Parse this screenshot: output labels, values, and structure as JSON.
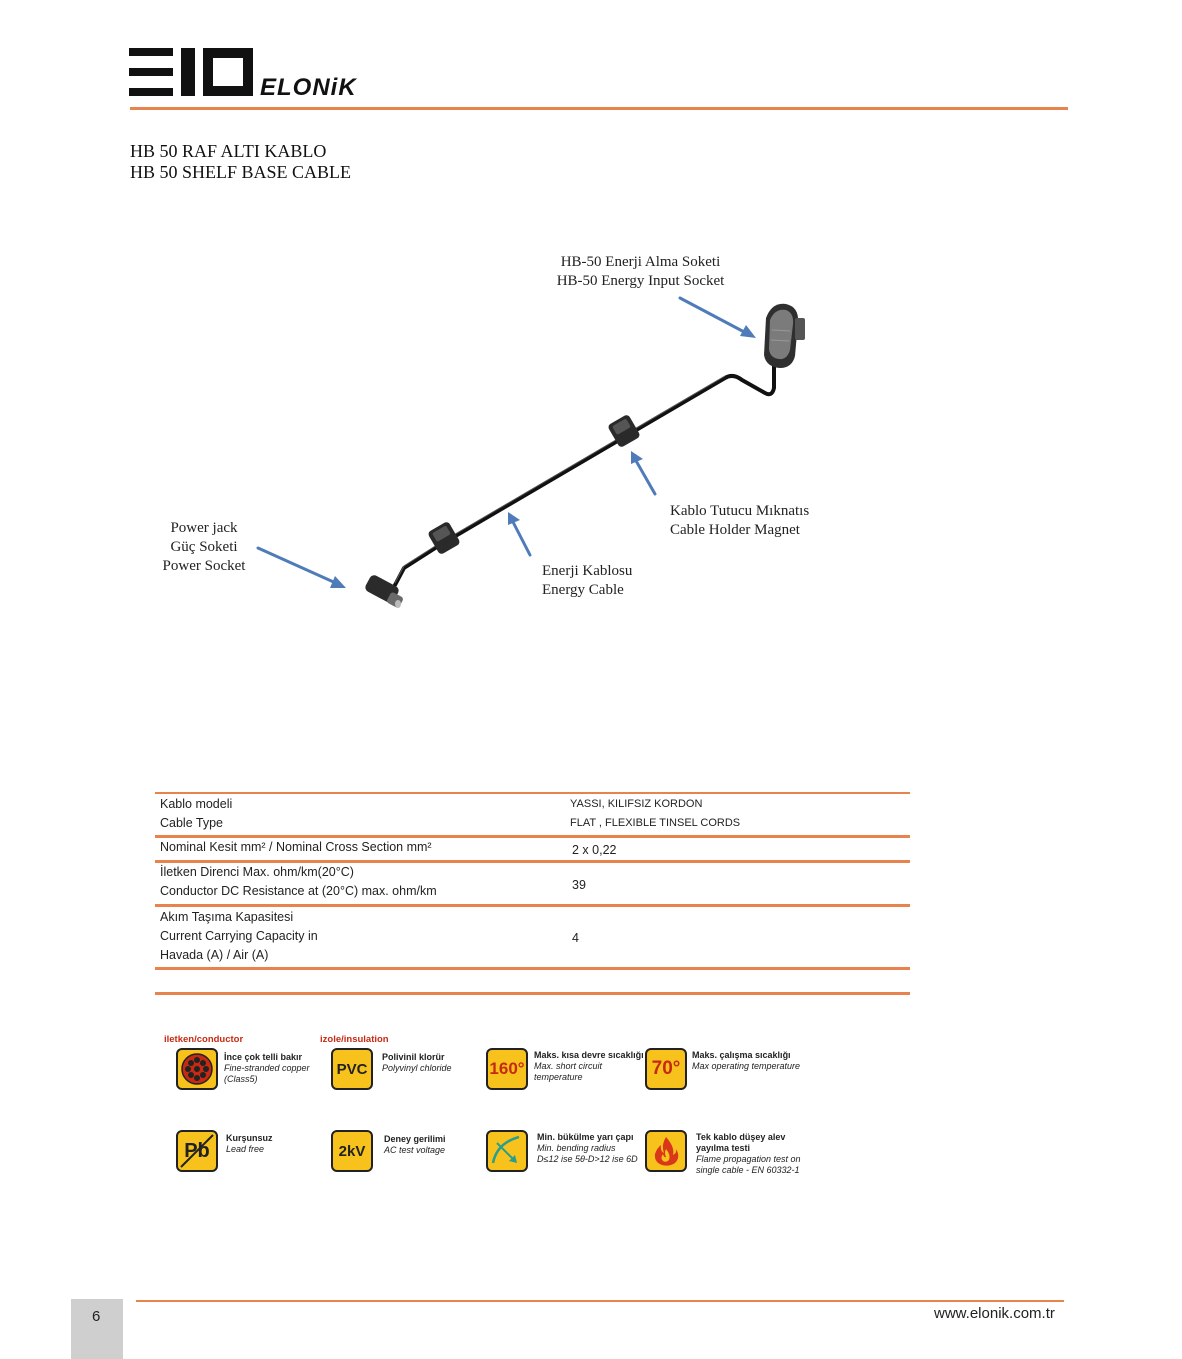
{
  "brand": {
    "logo_mark": "EIO",
    "logo_word": "ELONiK"
  },
  "title": {
    "line1": "HB 50 RAF ALTI KABLO",
    "line2": "HB 50 SHELF BASE CABLE"
  },
  "callouts": {
    "input_socket": [
      "HB-50 Enerji Alma Soketi",
      "HB-50 Energy Input Socket"
    ],
    "power_socket": [
      "Power jack",
      "Güç Soketi",
      "Power Socket"
    ],
    "energy_cable": [
      "Enerji Kablosu",
      "Energy Cable"
    ],
    "holder_magnet": [
      "Kablo Tutucu Mıknatıs",
      "Cable Holder Magnet"
    ]
  },
  "spec_table": {
    "rows": [
      {
        "label": [
          "Kablo modeli",
          "Cable Type"
        ],
        "value": [
          "YASSI, KILIFSIZ KORDON",
          "FLAT , FLEXIBLE TINSEL CORDS"
        ]
      },
      {
        "label": [
          "Nominal Kesit mm² / Nominal Cross Section mm²"
        ],
        "value": [
          "2 x 0,22"
        ]
      },
      {
        "label": [
          "İletken Direnci Max. ohm/km(20°C)",
          "Conductor DC Resistance at (20°C) max. ohm/km"
        ],
        "value": [
          "39"
        ]
      },
      {
        "label": [
          "Akım Taşıma Kapasitesi",
          "Current Carrying Capacity in",
          "Havada (A)    /   Air (A)"
        ],
        "value": [
          "4"
        ]
      }
    ]
  },
  "properties": {
    "conductor_label": "iletken/conductor",
    "insulation_label": "izole/insulation",
    "items": [
      {
        "icon": "copper-strand-icon",
        "symbol": "",
        "desc": [
          "İnce çok telli bakır",
          "Fine-stranded copper",
          "(Class5)"
        ]
      },
      {
        "icon": "pvc-icon",
        "symbol": "PVC",
        "desc": [
          "Polivinil klorür",
          "Polyvinyl chloride"
        ]
      },
      {
        "icon": "short-circuit-temp-icon",
        "symbol": "160°",
        "desc": [
          "Maks. kısa devre sıcaklığı",
          "Max. short circuit",
          "temperature"
        ]
      },
      {
        "icon": "operating-temp-icon",
        "symbol": "70°",
        "desc": [
          "Maks. çalışma sıcaklığı",
          "Max operating temperature"
        ]
      },
      {
        "icon": "lead-free-icon",
        "symbol": "Pb",
        "desc": [
          "Kurşunsuz",
          "Lead free"
        ]
      },
      {
        "icon": "test-voltage-icon",
        "symbol": "2kV",
        "desc": [
          "Deney gerilimi",
          "AC test voltage"
        ]
      },
      {
        "icon": "bending-radius-icon",
        "symbol": "",
        "desc": [
          "Min. bükülme yarı çapı",
          "Min. bending radius",
          "D≤12 ise 5θ-D>12 ise 6D"
        ]
      },
      {
        "icon": "flame-test-icon",
        "symbol": "",
        "desc": [
          "Tek kablo düşey alev",
          "yayılma testi",
          "Flame propagation test on",
          "single cable - EN 60332-1"
        ]
      }
    ]
  },
  "footer": {
    "page_number": "6",
    "website": "www.elonik.com.tr"
  }
}
